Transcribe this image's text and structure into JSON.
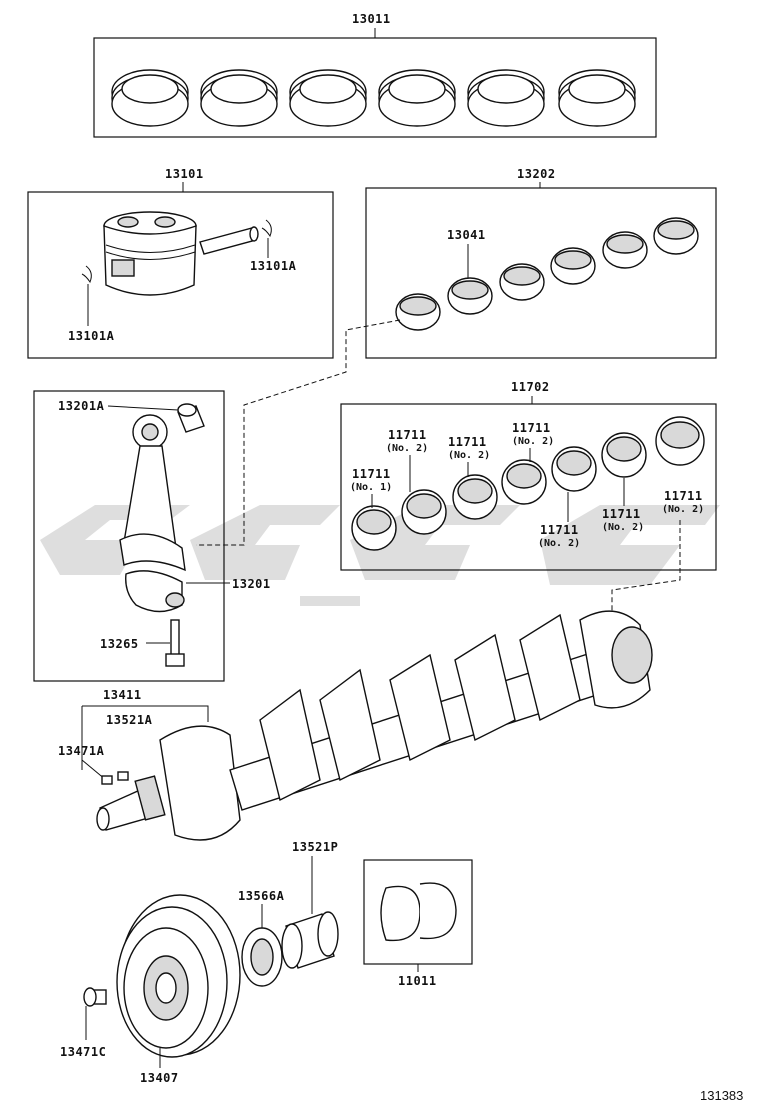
{
  "labels": {
    "piston_ring_set": "13011",
    "piston_assy": "13101",
    "piston_pin_ring_right": "13101A",
    "piston_pin_ring_left": "13101A",
    "rod_bearing_set": "13202",
    "rod_bearing": "13041",
    "rod_bushing": "13201A",
    "connecting_rod": "13201",
    "rod_bolt": "13265",
    "main_bearing_set": "11702",
    "main_bearing_1": "11711",
    "main_bearing_1_note": "(No. 1)",
    "main_bearing_2": "11711",
    "main_bearing_2_note": "(No. 2)",
    "main_bearing_3": "11711",
    "main_bearing_3_note": "(No. 2)",
    "main_bearing_4": "11711",
    "main_bearing_4_note": "(No. 2)",
    "main_bearing_5": "11711",
    "main_bearing_5_note": "(No. 2)",
    "main_bearing_6": "11711",
    "main_bearing_6_note": "(No. 2)",
    "main_bearing_7": "11711",
    "main_bearing_7_note": "(No. 2)",
    "crankshaft": "13411",
    "crank_gear": "13521A",
    "crank_key": "13471A",
    "timing_gear_bushing": "13521P",
    "thrust_plate": "13566A",
    "thrust_washer_set": "11011",
    "pulley_bolt": "13471C",
    "crank_pulley": "13407",
    "figure_number": "131383"
  }
}
